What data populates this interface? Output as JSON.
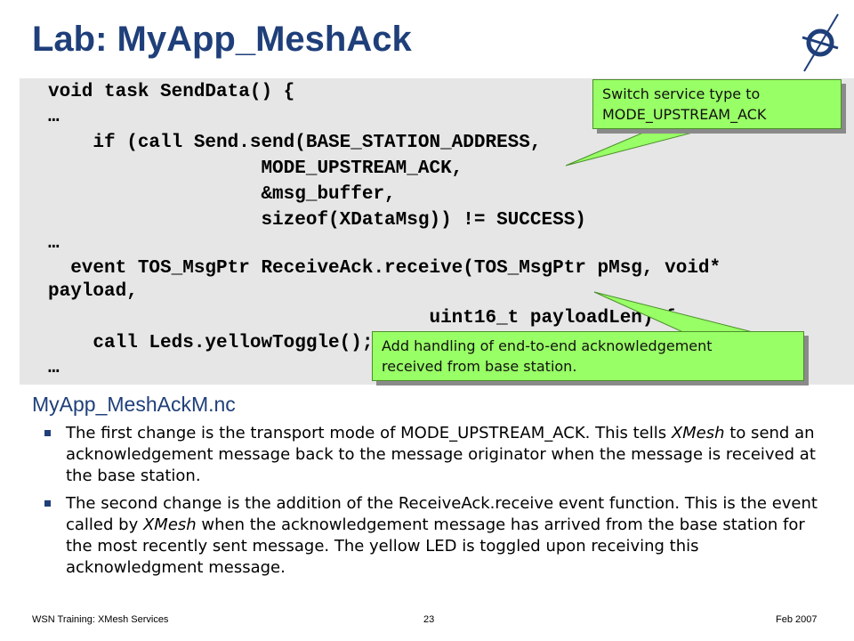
{
  "title": "Lab: MyApp_MeshAck",
  "code_lines": [
    "void task SendData() {",
    "…",
    "    if (call Send.send(BASE_STATION_ADDRESS,",
    "                   MODE_UPSTREAM_ACK,",
    "                   &msg_buffer,",
    "                   sizeof(XDataMsg)) != SUCCESS)",
    "…",
    "  event TOS_MsgPtr ReceiveAck.receive(TOS_MsgPtr pMsg, void*",
    "payload,",
    "                                  uint16_t payloadLen) {",
    "    call Leds.yellowToggle();",
    "…"
  ],
  "callout_switch": {
    "line1": "Switch service type to",
    "line2": "MODE_UPSTREAM_ACK"
  },
  "callout_ack": {
    "line1": "Add handling of end-to-end acknowledgement",
    "line2": "received from base station."
  },
  "section_heading": "MyApp_MeshAckM.nc",
  "bullets": [
    {
      "before": "The first change is the transport mode of MODE_UPSTREAM_ACK. This tells ",
      "em": "XMesh",
      "after": " to send an acknowledgement message back to the message originator when the message is received at the base station."
    },
    {
      "before": "The second change is the addition of the ReceiveAck.receive event function. This is the event called by ",
      "em": "XMesh",
      "after": " when the acknowledgement message has arrived from the base station for the most recently sent message. The yellow LED is toggled upon receiving this acknowledgment message."
    }
  ],
  "footer": {
    "left": "WSN Training: XMesh Services",
    "page": "23",
    "date": "Feb 2007"
  },
  "colors": {
    "title": "#1f3f7a",
    "code_bg": "#e6e6e6",
    "callout_bg": "#99ff66"
  }
}
